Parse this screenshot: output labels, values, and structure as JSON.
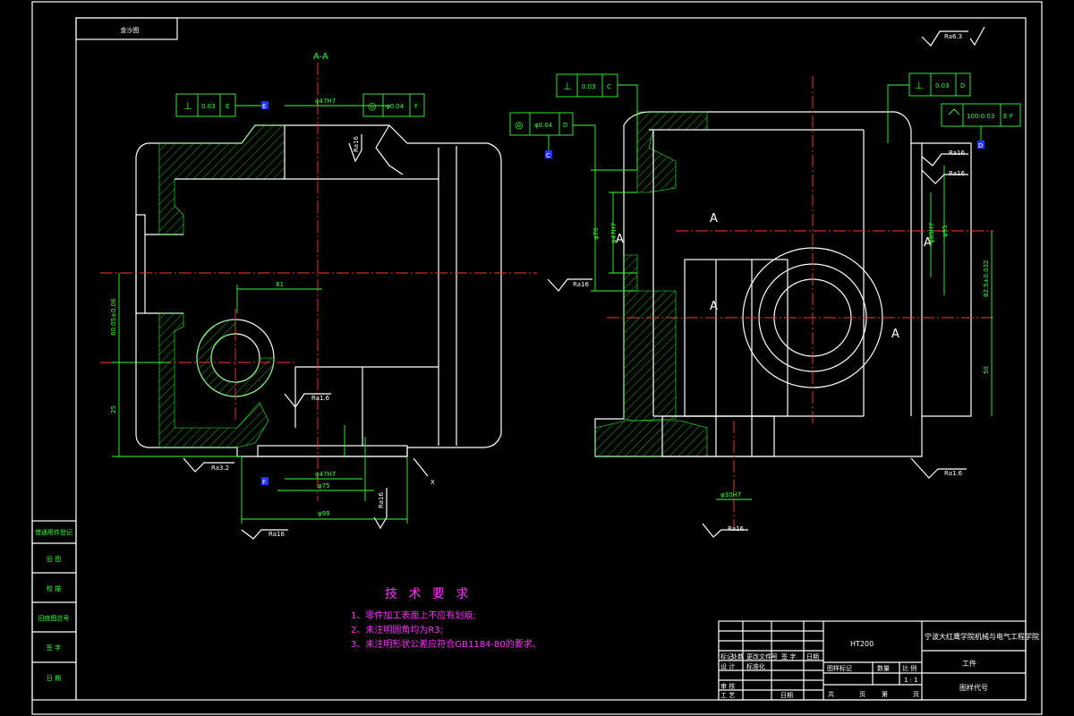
{
  "drawing": {
    "top_left_box": "金沙图",
    "section_label": "A-A",
    "roughness_top_right": "Ra6.3",
    "view_letters": [
      "A",
      "A",
      "A",
      "A",
      "A"
    ],
    "left_view": {
      "tol_top": {
        "symbol": "⊥",
        "value": "0.03",
        "datum": "E"
      },
      "tol_top_right": {
        "symbol": "◎",
        "value": "φ0.04",
        "datum": "F"
      },
      "datum_e": "E",
      "datum_f": "F",
      "dim_top_bore": "φ47H7",
      "dim_center": "81",
      "dim_vertical_upper": "60.05±0.06",
      "dim_vertical_lower": "25",
      "dim_bottom_bore": "φ47H7",
      "dim_bottom_75": "φ75",
      "dim_bottom_98": "φ98",
      "ra_top": "Ra16",
      "ra_mid": "Ra1.6",
      "ra_left_bottom": "Ra3.2",
      "ra_bottom": "Ra16",
      "ra_bottom_right": "Ra16",
      "mark_x": "X"
    },
    "right_view": {
      "tol_left_top": {
        "symbol": "⊥",
        "value": "0.03",
        "datum": "C"
      },
      "tol_left": {
        "symbol": "◎",
        "value": "φ0.04",
        "datum": "D"
      },
      "tol_right_top": {
        "symbol": "⊥",
        "value": "0.03",
        "datum": "D"
      },
      "tol_right": {
        "symbol": "",
        "value": "100:0.03",
        "datum": "E-F"
      },
      "datum_c": "C",
      "datum_d": "D",
      "dim_70": "φ70",
      "dim_47": "φ47H7",
      "dim_right_bore": "φ80H7",
      "dim_right_95": "φ95",
      "dim_right_v": "82.5±0.032",
      "dim_right_50": "50",
      "dim_bottom_bore": "φ30H7",
      "ra_left": "Ra16",
      "ra_right_1": "Ra16",
      "ra_right_2": "Ra16",
      "ra_bottom_right": "Ra1.6",
      "ra_bottom": "Ra16"
    }
  },
  "requirements": {
    "heading": "技 术 要 求",
    "items": [
      "1、零件加工表面上不应有划痕;",
      "2、未注明圆角均为R3;",
      "3、未注明形状公差应符合GB1184-80的要求。"
    ]
  },
  "left_strip": {
    "cells": [
      "借通用件登记",
      "旧 图",
      "校 描",
      "旧底图总号",
      "签 字",
      "日 期"
    ]
  },
  "title_block": {
    "part_name": "HT200",
    "school": "宁波大红鹰学院机械与电气工程学院",
    "drawing_name": "工件",
    "drawing_no": "图样代号",
    "headers": [
      "标记",
      "处数",
      "更改文件号",
      "签 字",
      "日期"
    ],
    "row_design": [
      "设 计",
      "标准化"
    ],
    "row_review": "审 核",
    "row_process": "工 艺",
    "row_date": "日期",
    "stage_headers": [
      "图样标记",
      "数量",
      "比 例"
    ],
    "scale": "1 : 1",
    "sheet": [
      "共",
      "页",
      "第",
      "页"
    ]
  }
}
